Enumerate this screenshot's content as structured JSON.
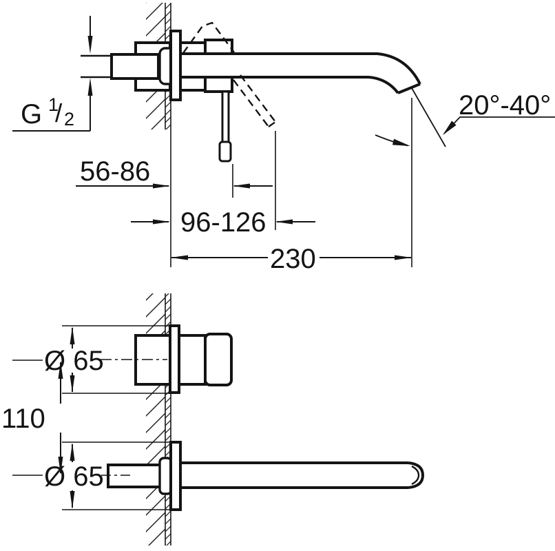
{
  "drawing": {
    "background": "#ffffff",
    "line_color": "#141414",
    "side_view": {
      "thread": {
        "letter": "G",
        "numerator": "1",
        "slash": "/",
        "denominator": "2"
      },
      "depth_range": "56-86",
      "lever_reach_range": "96-126",
      "spout_projection": "230",
      "spray_angle_range": "20°-40°"
    },
    "plan_view": {
      "handle_diameter": "Ø 65",
      "spout_diameter": "Ø 65",
      "axis_distance": "110"
    }
  }
}
